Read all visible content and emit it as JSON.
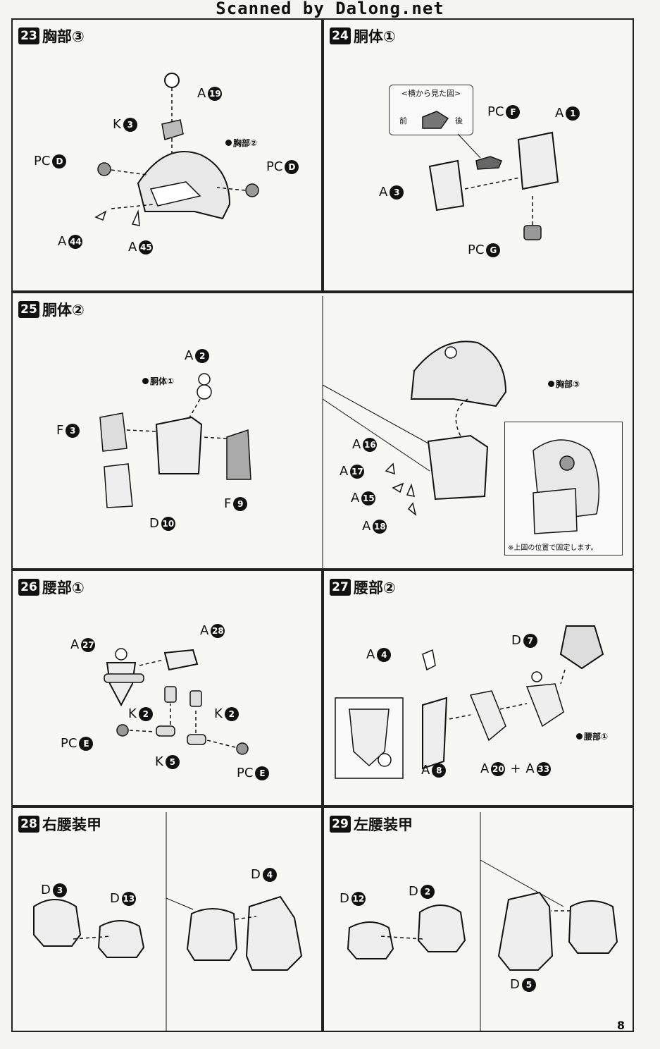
{
  "banner": "Scanned by Dalong.net",
  "page_number": "8",
  "steps": [
    {
      "num": "23",
      "title": "胸部③",
      "labels": [
        {
          "prefix": "A",
          "num": "19"
        },
        {
          "prefix": "K",
          "num": "3"
        },
        {
          "prefix": "PC",
          "num": "D"
        },
        {
          "prefix": "PC",
          "num": "D"
        },
        {
          "prefix": "A",
          "num": "44"
        },
        {
          "prefix": "A",
          "num": "45"
        }
      ],
      "ref": "胸部②"
    },
    {
      "num": "24",
      "title": "胴体①",
      "side_view": {
        "title": "<横から見た図>",
        "front": "前",
        "back": "後"
      },
      "labels": [
        {
          "prefix": "PC",
          "num": "F"
        },
        {
          "prefix": "A",
          "num": "1"
        },
        {
          "prefix": "A",
          "num": "3"
        },
        {
          "prefix": "PC",
          "num": "G"
        }
      ]
    },
    {
      "num": "25",
      "title": "胴体②",
      "labels": [
        {
          "prefix": "A",
          "num": "2"
        },
        {
          "prefix": "F",
          "num": "3"
        },
        {
          "prefix": "F",
          "num": "9"
        },
        {
          "prefix": "D",
          "num": "10"
        },
        {
          "prefix": "A",
          "num": "16"
        },
        {
          "prefix": "A",
          "num": "17"
        },
        {
          "prefix": "A",
          "num": "15"
        },
        {
          "prefix": "A",
          "num": "18"
        }
      ],
      "ref_left": "胴体①",
      "ref_right": "胸部③",
      "note": "※上図の位置で固定します。"
    },
    {
      "num": "26",
      "title": "腰部①",
      "labels": [
        {
          "prefix": "A",
          "num": "27"
        },
        {
          "prefix": "A",
          "num": "28"
        },
        {
          "prefix": "K",
          "num": "2"
        },
        {
          "prefix": "K",
          "num": "2"
        },
        {
          "prefix": "PC",
          "num": "E"
        },
        {
          "prefix": "K",
          "num": "5"
        },
        {
          "prefix": "PC",
          "num": "E"
        }
      ]
    },
    {
      "num": "27",
      "title": "腰部②",
      "labels": [
        {
          "prefix": "A",
          "num": "4"
        },
        {
          "prefix": "D",
          "num": "7"
        },
        {
          "prefix": "A",
          "num": "8"
        }
      ],
      "combo": {
        "prefix1": "A",
        "num1": "20",
        "plus": "+",
        "prefix2": "A",
        "num2": "33"
      },
      "ref": "腰部①"
    },
    {
      "num": "28",
      "title": "右腰装甲",
      "labels": [
        {
          "prefix": "D",
          "num": "3"
        },
        {
          "prefix": "D",
          "num": "13"
        },
        {
          "prefix": "D",
          "num": "4"
        }
      ]
    },
    {
      "num": "29",
      "title": "左腰装甲",
      "labels": [
        {
          "prefix": "D",
          "num": "12"
        },
        {
          "prefix": "D",
          "num": "2"
        },
        {
          "prefix": "D",
          "num": "5"
        }
      ]
    }
  ]
}
